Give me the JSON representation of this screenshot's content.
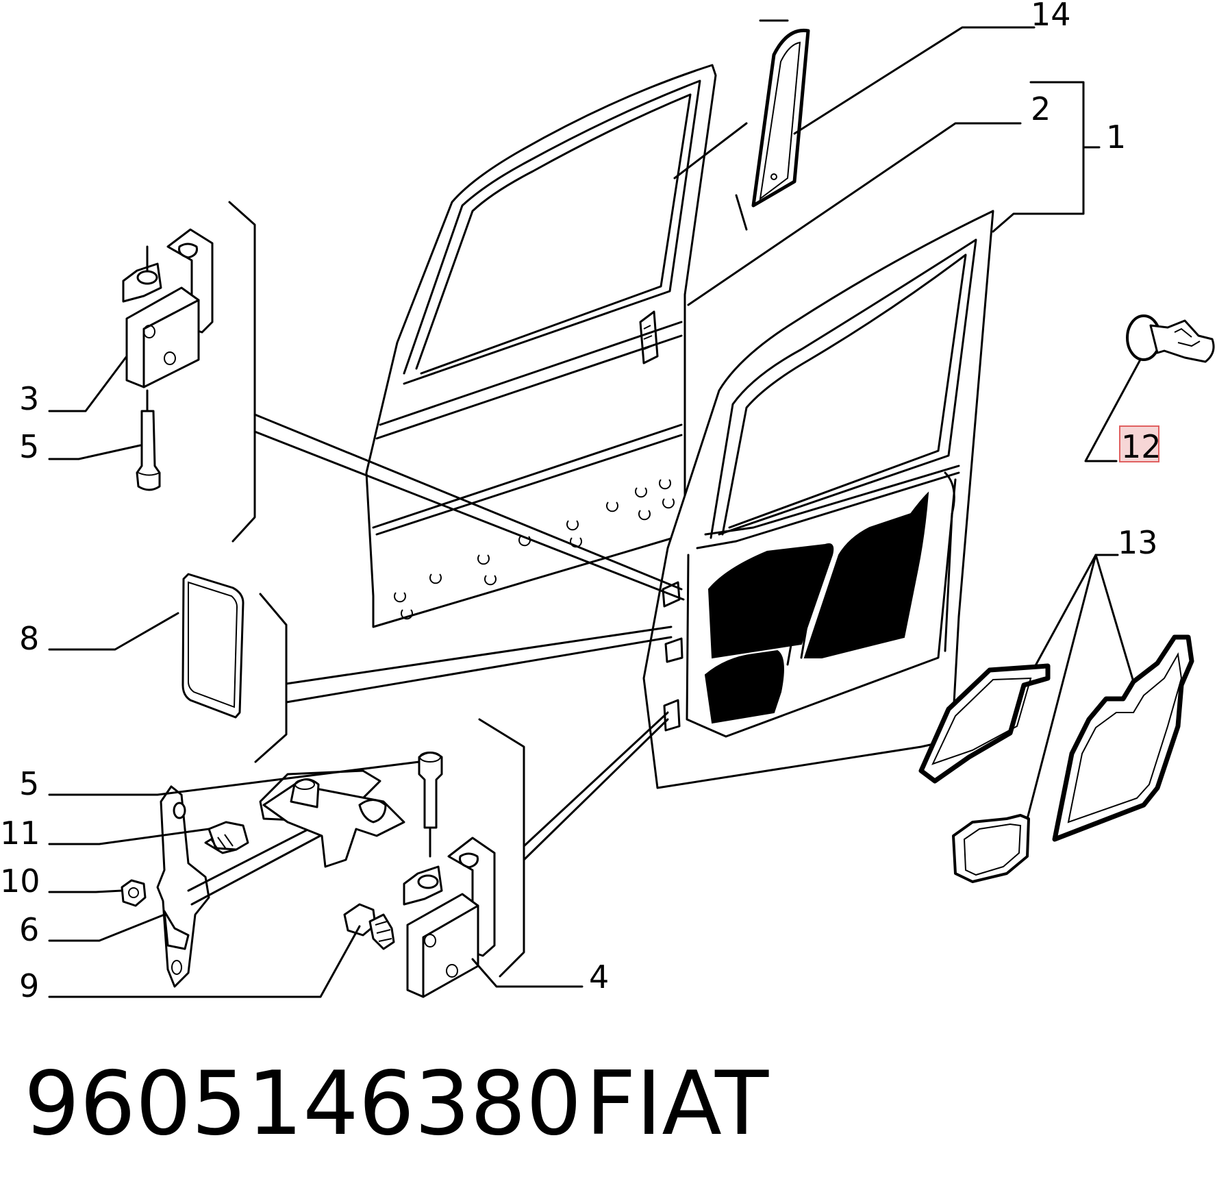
{
  "callouts": {
    "c14": "14",
    "c2": "2",
    "c1": "1",
    "c3": "3",
    "c5a": "5",
    "c12": "12",
    "c13": "13",
    "c8": "8",
    "c5b": "5",
    "c11": "11",
    "c10": "10",
    "c6": "6",
    "c9": "9",
    "c4": "4"
  },
  "footer": {
    "part_number": "9605146380",
    "brand": "FIAT"
  },
  "colors": {
    "highlight_fill": "#f6d6d6",
    "highlight_stroke": "#e06060",
    "line": "#000000"
  }
}
